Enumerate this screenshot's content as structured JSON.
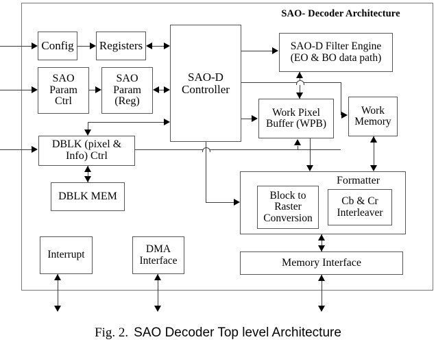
{
  "figure": {
    "title": "SAO- Decoder Architecture",
    "caption_prefix": "Fig. 2.",
    "caption_text": "SAO Decoder Top level Architecture"
  },
  "blocks": {
    "config": "Config",
    "registers": "Registers",
    "sao_param_ctrl": "SAO\nParam\nCtrl",
    "sao_param_reg": "SAO\nParam\n(Reg)",
    "sao_d_controller": "SAO-D\nController",
    "filter_engine": "SAO-D Filter Engine\n(EO & BO data path)",
    "work_pixel_buffer": "Work Pixel\nBuffer (WPB)",
    "work_memory": "Work\nMemory",
    "dblk_ctrl": "DBLK (pixel &\nInfo) Ctrl",
    "dblk_mem": "DBLK MEM",
    "interrupt": "Interrupt",
    "dma_interface": "DMA\nInterface",
    "formatter": "Formatter",
    "block_to_raster": "Block to\nRaster\nConversion",
    "cb_cr_interleaver": "Cb & Cr\nInterleaver",
    "memory_interface": "Memory  Interface"
  },
  "colors": {
    "box_border": "#555555",
    "line": "#3a3a3a",
    "arrow": "#000000",
    "background": "#ffffff",
    "outer_border": "#777777"
  }
}
